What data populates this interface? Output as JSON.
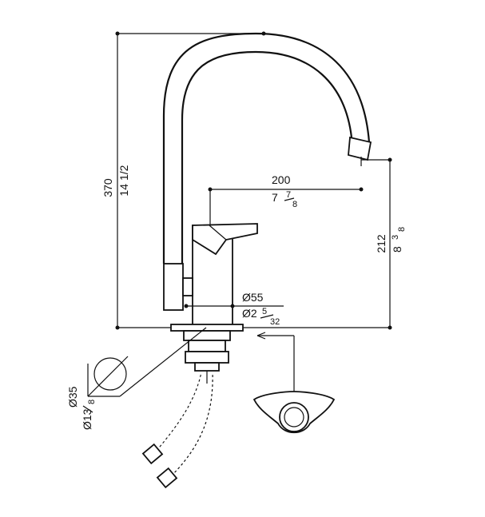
{
  "dimensions": {
    "height_total": {
      "mm": "370",
      "inch_whole": "14",
      "inch_frac": "1/2"
    },
    "reach": {
      "mm": "200",
      "inch_whole": "7",
      "inch_frac_num": "7",
      "inch_frac_den": "8"
    },
    "spout_height": {
      "mm": "212",
      "inch_whole": "8",
      "inch_frac_num": "3",
      "inch_frac_den": "8"
    },
    "base_diameter": {
      "mm": "Ø55",
      "inch_whole": "Ø2",
      "inch_frac_num": "5",
      "inch_frac_den": "32"
    },
    "hole_diameter": {
      "mm": "Ø35",
      "inch_whole": "Ø13",
      "inch_frac_den": "8"
    }
  },
  "colors": {
    "line": "#111111",
    "background": "#ffffff"
  }
}
